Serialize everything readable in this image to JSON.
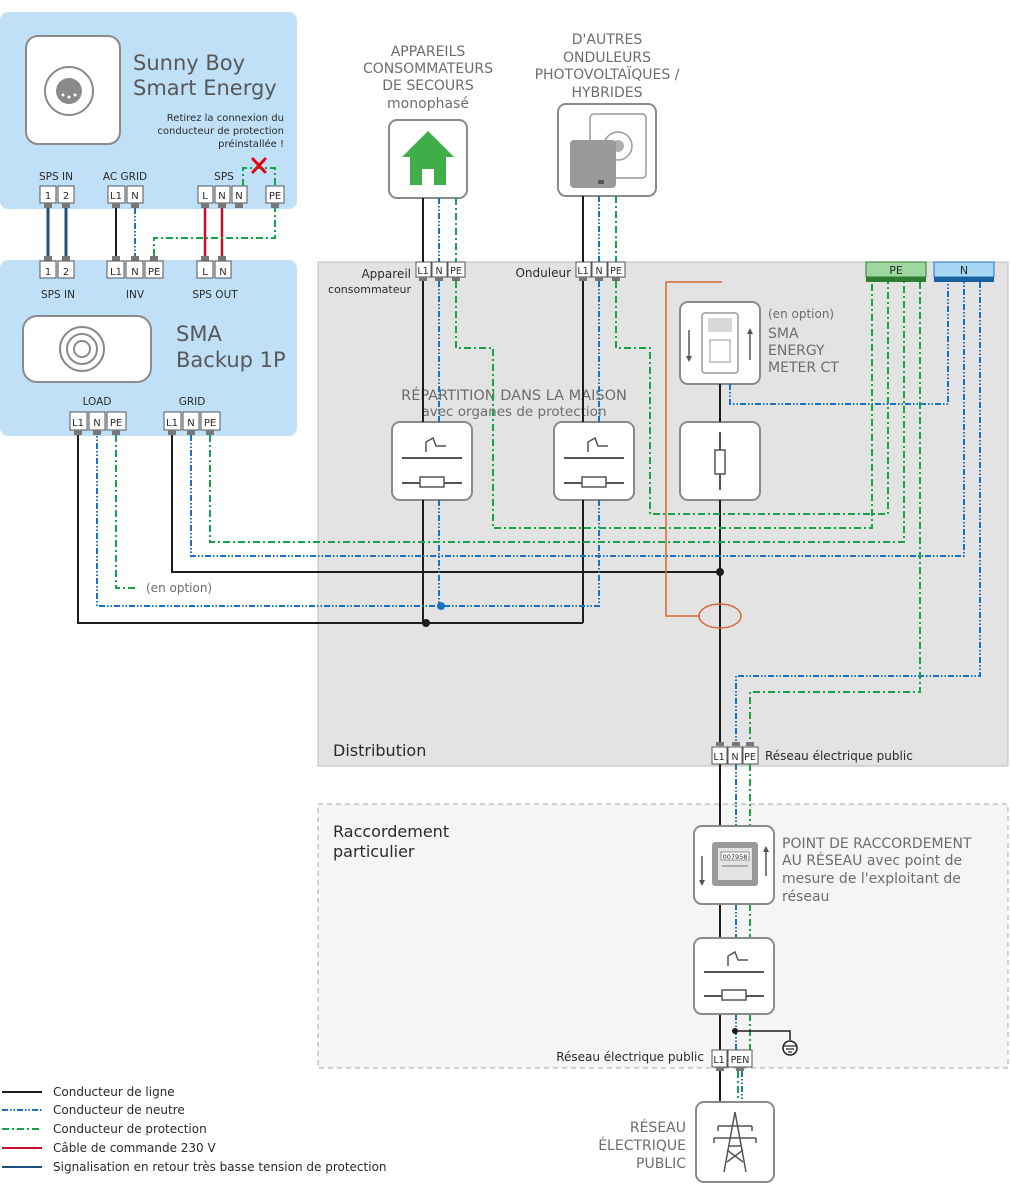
{
  "sunny_boy": {
    "title_line1": "Sunny Boy",
    "title_line2": "Smart Energy",
    "note_line1": "Retirez la connexion du",
    "note_line2": "conducteur de protection",
    "note_line3": "préinstallée !",
    "group_sps_in": "SPS IN",
    "group_ac_grid": "AC GRID",
    "group_sps": "SPS",
    "term_1": "1",
    "term_2": "2",
    "term_l1": "L1",
    "term_n": "N",
    "term_l": "L",
    "term_pe": "PE"
  },
  "backup": {
    "title_line1": "SMA",
    "title_line2": "Backup 1P",
    "label_sps_in": "SPS IN",
    "label_inv": "INV",
    "label_sps_out": "SPS OUT",
    "label_load": "LOAD",
    "label_grid": "GRID"
  },
  "loads": {
    "heading_line1": "APPAREILS",
    "heading_line2": "CONSOMMATEURS",
    "heading_line3": "DE SECOURS",
    "heading_line4": "monophasé",
    "terminal_label_line1": "Appareil",
    "terminal_label_line2": "consommateur"
  },
  "inverters": {
    "heading_line1": "D'AUTRES",
    "heading_line2": "ONDULEURS",
    "heading_line3": "PHOTOVOLTAÏQUES /",
    "heading_line4": "HYBRIDES",
    "terminal_label": "Onduleur"
  },
  "distribution": {
    "label": "Distribution",
    "repartition_line1": "RÉPARTITION DANS LA MAISON",
    "repartition_line2": "avec organes de protection",
    "meter_option": "(en option)",
    "meter_line1": "SMA",
    "meter_line2": "ENERGY",
    "meter_line3": "METER CT",
    "bar_pe": "PE",
    "bar_n": "N",
    "optional": "(en option)",
    "grid_terminal_label": "Réseau électrique public"
  },
  "connection": {
    "label_line1": "Raccordement",
    "label_line2": "particulier",
    "point_line1": "POINT DE RACCORDEMENT",
    "point_line2": "AU RÉSEAU avec point de",
    "point_line3": "mesure de l'exploitant de",
    "point_line4": "réseau",
    "meter_display": "007958",
    "grid_terminal_label": "Réseau électrique public",
    "term_pen": "PEN"
  },
  "public_grid": {
    "line1": "RÉSEAU",
    "line2": "ÉLECTRIQUE",
    "line3": "PUBLIC"
  },
  "legend": [
    {
      "label": "Conducteur de ligne",
      "color": "#1d1d1b",
      "style": "solid"
    },
    {
      "label": "Conducteur de neutre",
      "color": "#1a72c4",
      "style": "dash-dot-dot"
    },
    {
      "label": "Conducteur de protection",
      "color": "#16a34a",
      "style": "dash-dot"
    },
    {
      "label": "Câble de commande 230 V",
      "color": "#c8102e",
      "style": "solid"
    },
    {
      "label": "Signalisation en retour très basse tension de protection",
      "color": "#1f4f7f",
      "style": "solid"
    }
  ],
  "colors": {
    "panel_blue": "#bfe0f6",
    "distribution_grey": "#e3e3e3",
    "line": "#1d1d1b",
    "neutral": "#1a72c4",
    "protection": "#16a34a",
    "control": "#c8102e",
    "signal": "#1f4f7f",
    "ct_orange": "#d9683a",
    "house_green": "#3fae49",
    "error_red": "#e30613"
  }
}
